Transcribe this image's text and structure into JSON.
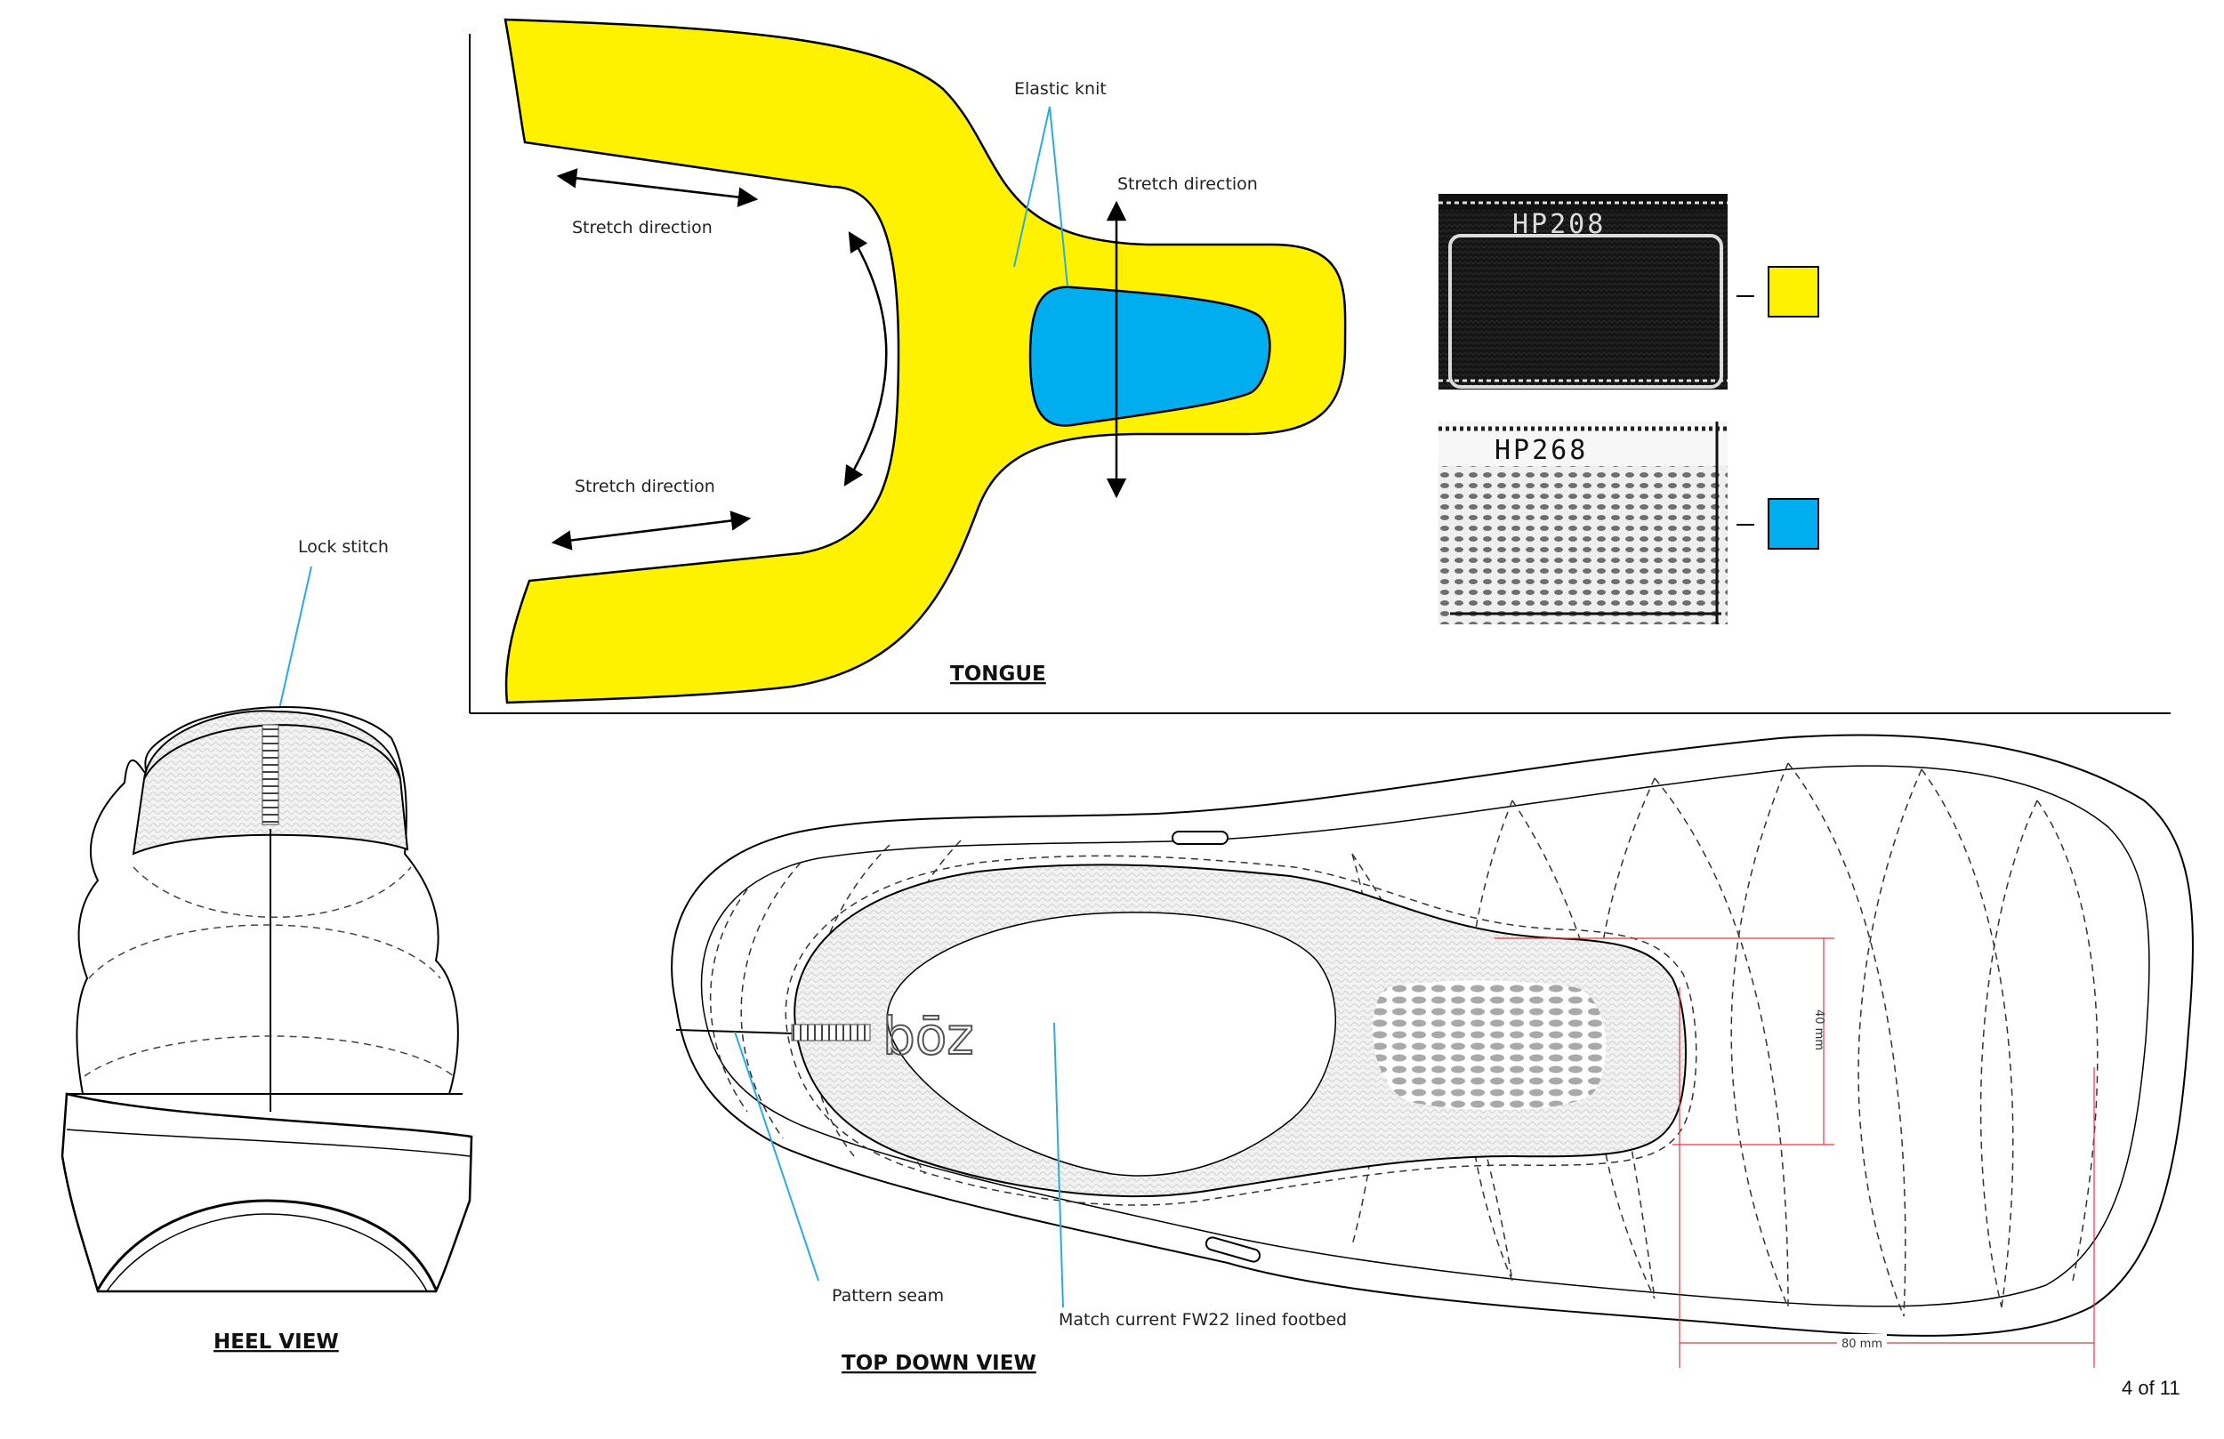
{
  "tongue": {
    "title": "TONGUE",
    "elastic_knit_label": "Elastic knit",
    "stretch_upper_label": "Stretch direction",
    "stretch_lower_label": "Stretch direction",
    "stretch_vertical_label": "Stretch direction",
    "colors": {
      "main": "#FFF200",
      "elastic": "#00AEEF"
    }
  },
  "swatches": [
    {
      "code": "HP208",
      "color": "#FFF200",
      "knit": "black"
    },
    {
      "code": "HP268",
      "color": "#00AEEF",
      "knit": "white"
    }
  ],
  "heel_view": {
    "title": "HEEL VIEW",
    "lock_stitch_label": "Lock stitch"
  },
  "top_down_view": {
    "title": "TOP DOWN VIEW",
    "pattern_seam_label": "Pattern seam",
    "footbed_label": "Match current FW22 lined footbed",
    "logo_text": "bōz",
    "dim_width": "40 mm",
    "dim_length": "80 mm"
  },
  "page_number": "4 of 11",
  "leader_color": "#29ABE2",
  "dimension_color": "#E8383D"
}
